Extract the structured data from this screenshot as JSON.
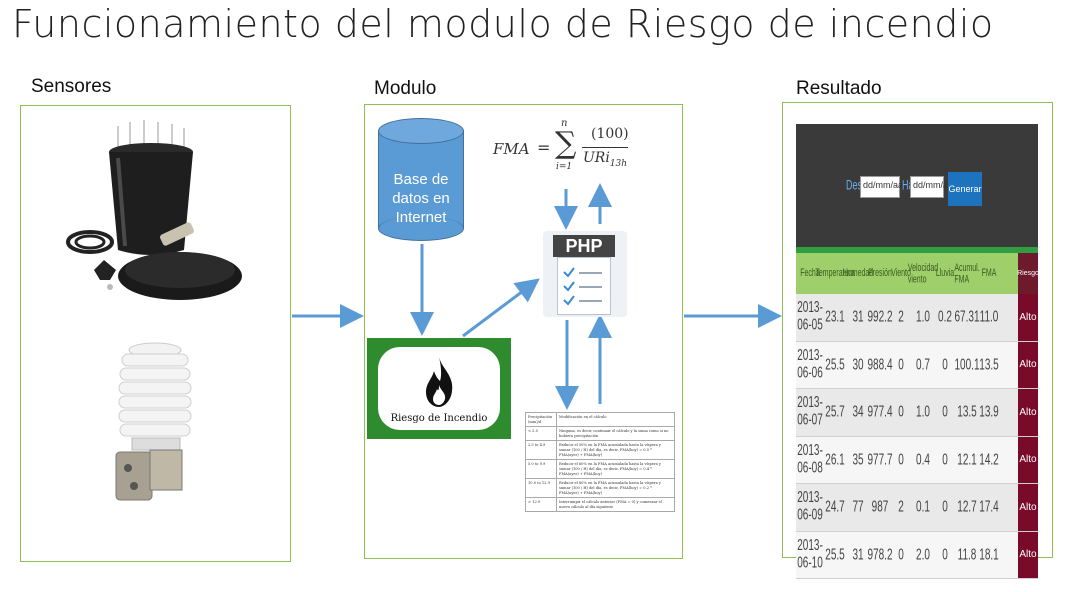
{
  "title": "Funcionamiento del modulo de Riesgo de incendio",
  "sections": {
    "sensores": "Sensores",
    "modulo": "Modulo",
    "resultado": "Resultado"
  },
  "database": {
    "line1": "Base de",
    "line2": "datos en",
    "line3": "Internet"
  },
  "formula": {
    "lhs": "FMA",
    "eq": "=",
    "sum_top": "n",
    "sum_bottom": "i=1",
    "numerator": "(100)",
    "denominator": "URi",
    "subscript": "13h"
  },
  "php_label": "PHP",
  "riesgo_label": "Riesgo de Incendio",
  "calc_table": {
    "header": [
      "Precipitación (mm)/d",
      "Modificación en el cálculo"
    ],
    "rows": [
      [
        "< 2.5",
        "Ninguna, es decir, continuar el cálculo y la suma como si no hubiera precipitación"
      ],
      [
        "2.5 to 4.9",
        "Reducir el 50% en la FMA acumulada hasta la víspera y sumar (100 / H) del día, es decir, FMA(hoy) = 0.5 * FMA(ayer) + FMA(hoy)"
      ],
      [
        "5.0 to 9.9",
        "Reducir el 60% en la FMA acumulada hasta la víspera y sumar (100 / H) del día, es decir, FMA(hoy) = 0.4 * FMA(ayer) + FMA(hoy)"
      ],
      [
        "10.0 to 12.9",
        "Reducir el 80% en la FMA acumulada hasta la víspera y sumar (100 / H) del día, es decir, FMA(hoy) = 0.2 * FMA(ayer) + FMA(hoy)"
      ],
      [
        "> 12.9",
        "Interrumpir el cálculo anterior (FMA = 0) y comenzar el nuevo cálculo al día siguiente"
      ]
    ]
  },
  "result": {
    "desde_label": "Desde",
    "desde_value": "dd/mm/aaaa",
    "hasta_label": "Hasta",
    "hasta_value": "dd/mm/aaaa",
    "button": "Generar",
    "headers": [
      "Fecha",
      "Temperatura",
      "Humedad",
      "Presión",
      "Viento",
      "Velocidad viento",
      "Lluvia",
      "Acumul. FMA",
      "FMA",
      "Riesgo"
    ],
    "rows": [
      [
        "2013-06-05",
        "23.1",
        "31",
        "992.2",
        "2",
        "1.0",
        "0.2",
        "67.31",
        "11.0",
        "Alto"
      ],
      [
        "2013-06-06",
        "25.5",
        "30",
        "988.4",
        "0",
        "0.7",
        "0",
        "100.1",
        "13.5",
        "Alto"
      ],
      [
        "2013-06-07",
        "25.7",
        "34",
        "977.4",
        "0",
        "1.0",
        "0",
        "13.5",
        "13.9",
        "Alto"
      ],
      [
        "2013-06-08",
        "26.1",
        "35",
        "977.7",
        "0",
        "0.4",
        "0",
        "12.1",
        "14.2",
        "Alto"
      ],
      [
        "2013-06-09",
        "24.7",
        "77",
        "987",
        "2",
        "0.1",
        "0",
        "12.7",
        "17.4",
        "Alto"
      ],
      [
        "2013-06-10",
        "25.5",
        "31",
        "978.2",
        "0",
        "2.0",
        "0",
        "11.8",
        "18.1",
        "Alto"
      ]
    ]
  },
  "colors": {
    "panel_border": "#8cc152",
    "arrow": "#5b9bd5",
    "database": "#5b9bd5",
    "riesgo_box": "#2e8b2e",
    "risk_cell": "#7a0a2a",
    "result_header": "#9fcf6b"
  }
}
